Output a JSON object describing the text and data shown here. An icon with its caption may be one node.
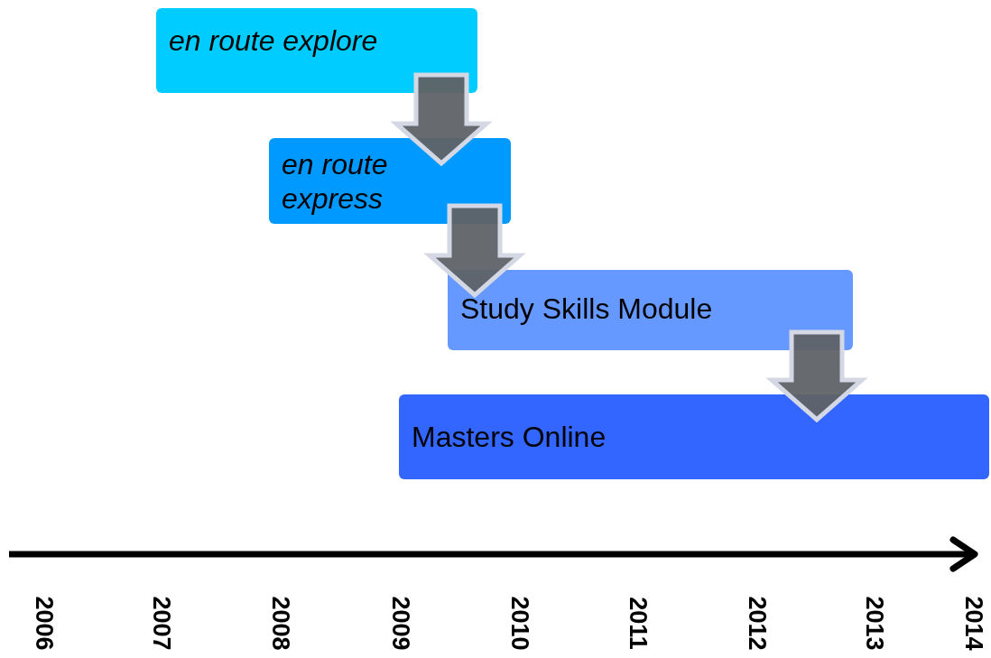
{
  "diagram": {
    "nodes": [
      {
        "text": [
          "en route explore"
        ]
      },
      {
        "text": [
          "en route express"
        ]
      },
      {
        "text": [
          "Study Skills Module"
        ]
      },
      {
        "text": [
          "Masters Online"
        ]
      }
    ],
    "edges": [
      {
        "from": 0,
        "to": 1,
        "arrow": "to"
      },
      {
        "from": 1,
        "to": 2,
        "arrow": "to"
      },
      {
        "from": 2,
        "to": 3,
        "arrow": "to"
      }
    ],
    "labels": [
      "2006",
      "2007",
      "2008",
      "2009",
      "2010",
      "2011",
      "2012",
      "2013",
      "2014"
    ]
  }
}
